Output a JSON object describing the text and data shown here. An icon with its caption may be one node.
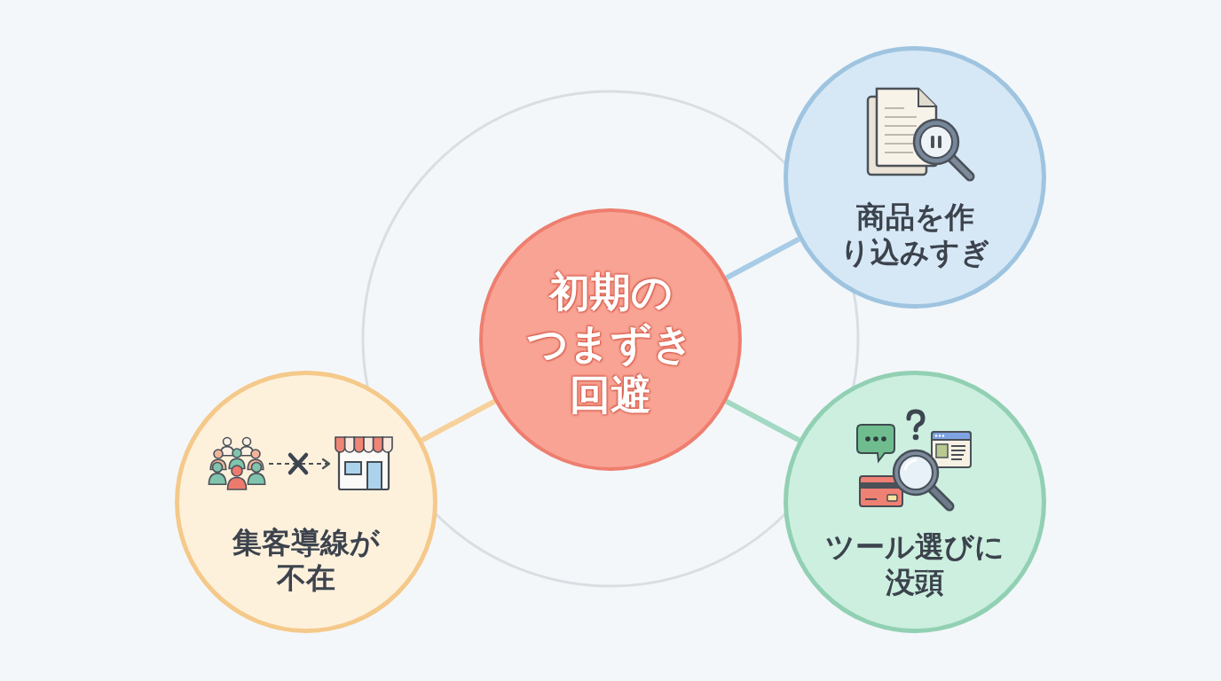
{
  "diagram": {
    "nodes": [
      {
        "text": [
          "初期のつまずき回避"
        ]
      },
      {
        "text": [
          "商品を作り込みすぎ"
        ]
      },
      {
        "text": [
          "ツール選びに没頭"
        ]
      },
      {
        "text": [
          "集客導線が不在"
        ]
      }
    ],
    "edges": [
      {
        "from": 0,
        "to": 1,
        "arrow": "none",
        "color": "#a9cce6"
      },
      {
        "from": 0,
        "to": 2,
        "arrow": "none",
        "color": "#a3d9c2"
      },
      {
        "from": 0,
        "to": 3,
        "arrow": "none",
        "color": "#f7d19b"
      }
    ]
  }
}
